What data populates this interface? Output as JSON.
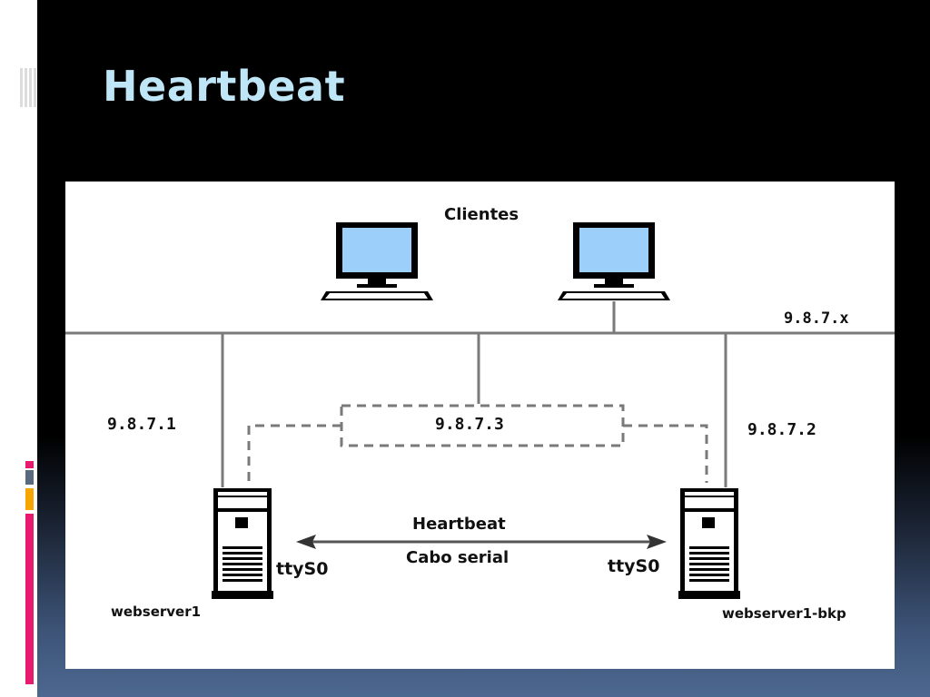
{
  "slide": {
    "title": "Heartbeat"
  },
  "diagram": {
    "clients_label": "Clientes",
    "network_label": "9.8.7.x",
    "ip_server1": "9.8.7.1",
    "ip_virtual": "9.8.7.3",
    "ip_server2": "9.8.7.2",
    "heartbeat_label": "Heartbeat",
    "cable_label": "Cabo serial",
    "tty_left": "ttyS0",
    "tty_right": "ttyS0",
    "server1_name": "webserver1",
    "server2_name": "webserver1-bkp"
  },
  "colors": {
    "title": "#bfe6f7",
    "screen": "#9ccff9",
    "line": "#7a7a7a",
    "accent_pink": "#e8196e",
    "accent_orange": "#f7a600",
    "accent_slate": "#5a6a7e"
  }
}
